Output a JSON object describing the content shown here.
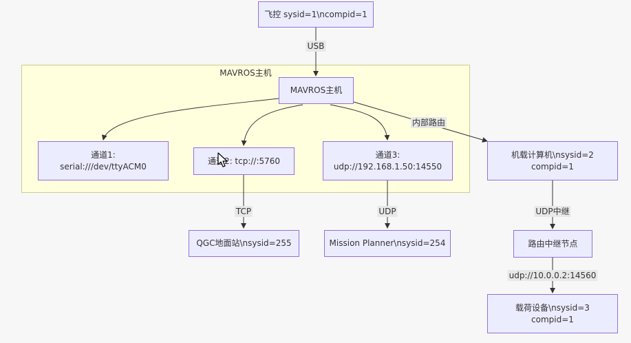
{
  "subgraph": {
    "title": "MAVROS主机"
  },
  "nodes": {
    "fc": {
      "lines": [
        "飞控 sysid=1\\ncompid=1"
      ]
    },
    "mavros": {
      "lines": [
        "MAVROS主机"
      ]
    },
    "ch1": {
      "lines": [
        "通道1:",
        "serial:///dev/ttyACM0"
      ]
    },
    "ch2": {
      "lines": [
        "通道2: tcp://:5760"
      ]
    },
    "ch3": {
      "lines": [
        "通道3:",
        "udp://192.168.1.50:14550"
      ]
    },
    "onboard": {
      "lines": [
        "机载计算机\\nsysid=2",
        "compid=1"
      ]
    },
    "qgc": {
      "lines": [
        "QGC地面站\\nsysid=255"
      ]
    },
    "mp": {
      "lines": [
        "Mission Planner\\nsysid=254"
      ]
    },
    "relay": {
      "lines": [
        "路由中继节点"
      ]
    },
    "payload": {
      "lines": [
        "载荷设备\\nsysid=3",
        "compid=1"
      ]
    }
  },
  "edge_labels": {
    "usb": "USB",
    "internal": "内部路由",
    "tcp": "TCP",
    "udp": "UDP",
    "udp_relay": "UDP中继",
    "relay_addr": "udp://10.0.0.2:14560"
  },
  "colors": {
    "node_fill": "#ececff",
    "node_border": "#9370db",
    "subgraph_fill": "#ffffde",
    "edge": "#333333",
    "label_bg": "#e8e8e8"
  }
}
